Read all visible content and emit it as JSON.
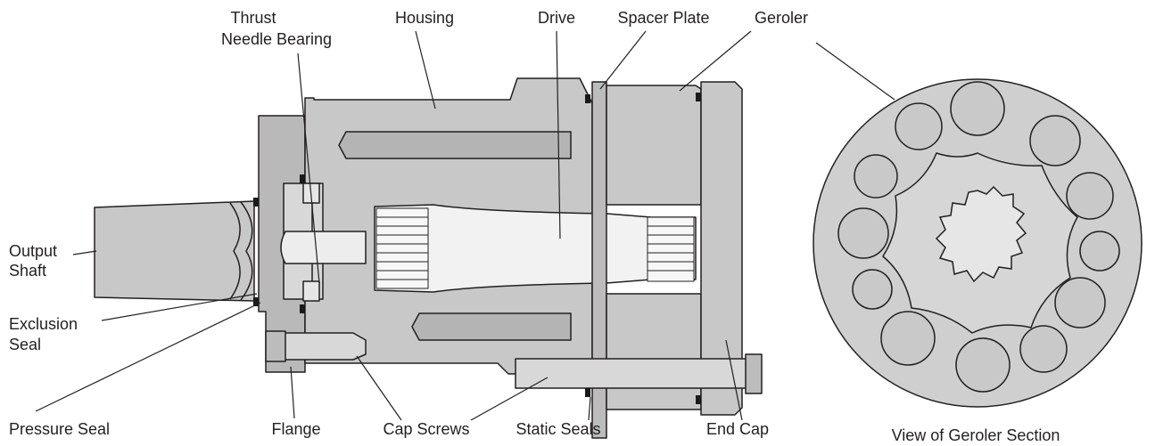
{
  "labels": {
    "thrust_bearing_line1": "Thrust",
    "thrust_bearing_line2": "Needle Bearing",
    "housing": "Housing",
    "drive": "Drive",
    "spacer_plate": "Spacer Plate",
    "geroler": "Geroler",
    "output_shaft_line1": "Output",
    "output_shaft_line2": "Shaft",
    "exclusion_seal_line1": "Exclusion",
    "exclusion_seal_line2": "Seal",
    "pressure_seal": "Pressure Seal",
    "flange": "Flange",
    "cap_screws": "Cap Screws",
    "static_seals": "Static Seals",
    "end_cap": "End Cap",
    "geroler_section_caption": "View of Geroler Section"
  },
  "colors": {
    "metal": "#c8c8c8",
    "metal_dark": "#a9a9a9",
    "drive_light": "#f2f2f2",
    "line": "#231f20",
    "seal": "#1a1a1a"
  }
}
